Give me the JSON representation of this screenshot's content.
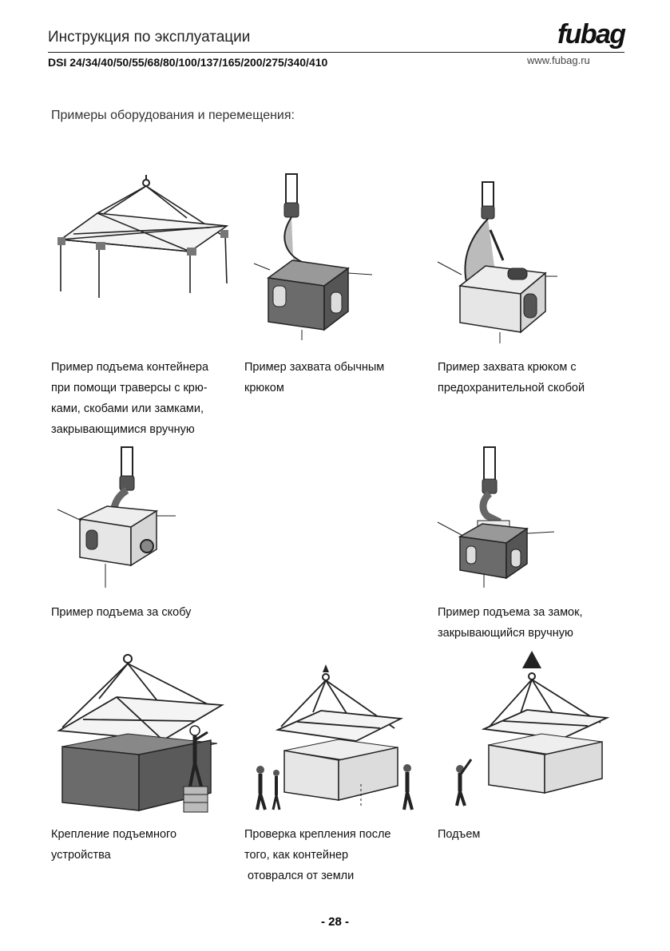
{
  "header": {
    "title": "Инструкция по эксплуатации",
    "models": "DSI 24/34/40/50/55/68/80/100/137/165/200/275/340/410",
    "url": "www.fubag.ru",
    "logo_text": "fubag"
  },
  "intro": "Примеры оборудования и перемещения:",
  "captions": {
    "c1": [
      "Пример подъема контейнера",
      "при помощи траверсы с крю-",
      "ками, скобами или замками,",
      "закрывающимися вручную"
    ],
    "c2": [
      "Пример захвата обычным",
      "крюком"
    ],
    "c3": [
      "Пример захвата крюком с",
      "предохранительной скобой"
    ],
    "c4": [
      "Пример подъема за скобу"
    ],
    "c5": [
      "Пример подъема за замок,",
      "закрывающийся вручную"
    ],
    "c6": [
      "Крепление подъемного",
      "устройства"
    ],
    "c7": [
      "Проверка крепления после",
      "того, как контейнер",
      " отоврался от земли"
    ],
    "c8": [
      "Подъем"
    ]
  },
  "page_number": "- 28 -",
  "colors": {
    "text": "#111111",
    "container_dark": "#6b6b6b",
    "container_light": "#e6e6e6"
  }
}
